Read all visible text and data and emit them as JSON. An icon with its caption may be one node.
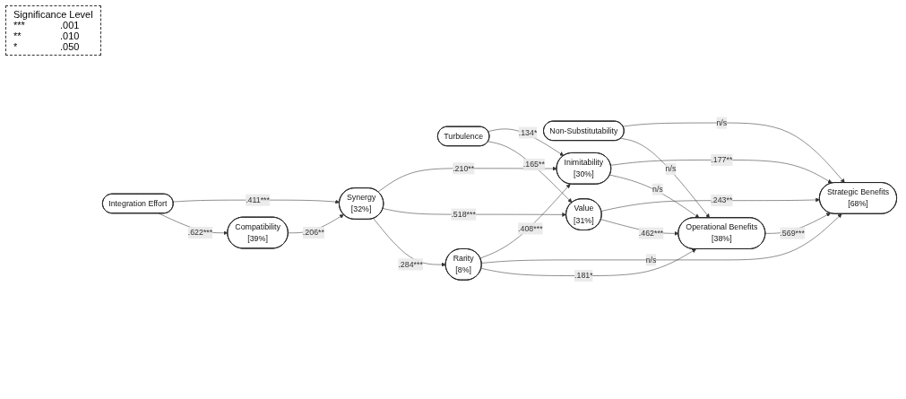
{
  "diagram": {
    "nodes": [
      {
        "text": [
          "Turbulence"
        ]
      },
      {
        "text": [
          "Rarity",
          "[8%]"
        ]
      },
      {
        "text": [
          "Non-Substitutability"
        ]
      },
      {
        "text": [
          "Operational Benefits",
          "[38%]"
        ]
      },
      {
        "text": [
          "Compatibility",
          "[39%]"
        ]
      },
      {
        "text": [
          "Synergy",
          "[32%]"
        ]
      },
      {
        "text": [
          "Value",
          "[31%]"
        ]
      },
      {
        "text": [
          "Strategic Benefits",
          "[68%]"
        ]
      },
      {
        "text": [
          "Integration Effort"
        ]
      },
      {
        "text": [
          "Inimitability",
          "[30%]"
        ]
      }
    ],
    "edges": [
      {
        "from": 4,
        "to": 5,
        "arrow": "to",
        "label": ".206**"
      },
      {
        "from": 8,
        "to": 4,
        "arrow": "to",
        "label": ".622***"
      },
      {
        "from": 8,
        "to": 5,
        "arrow": "to",
        "label": ".411***"
      },
      {
        "from": 5,
        "to": 1,
        "arrow": "to",
        "label": ".284***"
      },
      {
        "from": 5,
        "to": 6,
        "arrow": "to",
        "label": ".518***"
      },
      {
        "from": 5,
        "to": 9,
        "arrow": "to",
        "label": ".210**"
      },
      {
        "from": 0,
        "to": 6,
        "arrow": "to",
        "label": ".165**"
      },
      {
        "from": 0,
        "to": 9,
        "arrow": "to",
        "label": ".134*"
      },
      {
        "from": 1,
        "to": 3,
        "arrow": "to",
        "label": ".181*"
      },
      {
        "from": 1,
        "to": 7,
        "arrow": "to",
        "label": "n/s"
      },
      {
        "from": 1,
        "to": 9,
        "arrow": "to",
        "label": ".408***"
      },
      {
        "from": 6,
        "to": 3,
        "arrow": "to",
        "label": ".462***"
      },
      {
        "from": 6,
        "to": 7,
        "arrow": "to",
        "label": ".243**"
      },
      {
        "from": 9,
        "to": 3,
        "arrow": "to",
        "label": "n/s"
      },
      {
        "from": 9,
        "to": 7,
        "arrow": "to",
        "label": ".177**"
      },
      {
        "from": 3,
        "to": 7,
        "arrow": "to",
        "label": ".569***"
      },
      {
        "from": 2,
        "to": 3,
        "arrow": "to",
        "label": "n/s"
      },
      {
        "from": 2,
        "to": 7,
        "arrow": "to",
        "label": "n/s"
      }
    ],
    "labels": [
      "Significance Level",
      "***",
      ".001",
      "**",
      ".010",
      "*",
      ".050"
    ]
  }
}
